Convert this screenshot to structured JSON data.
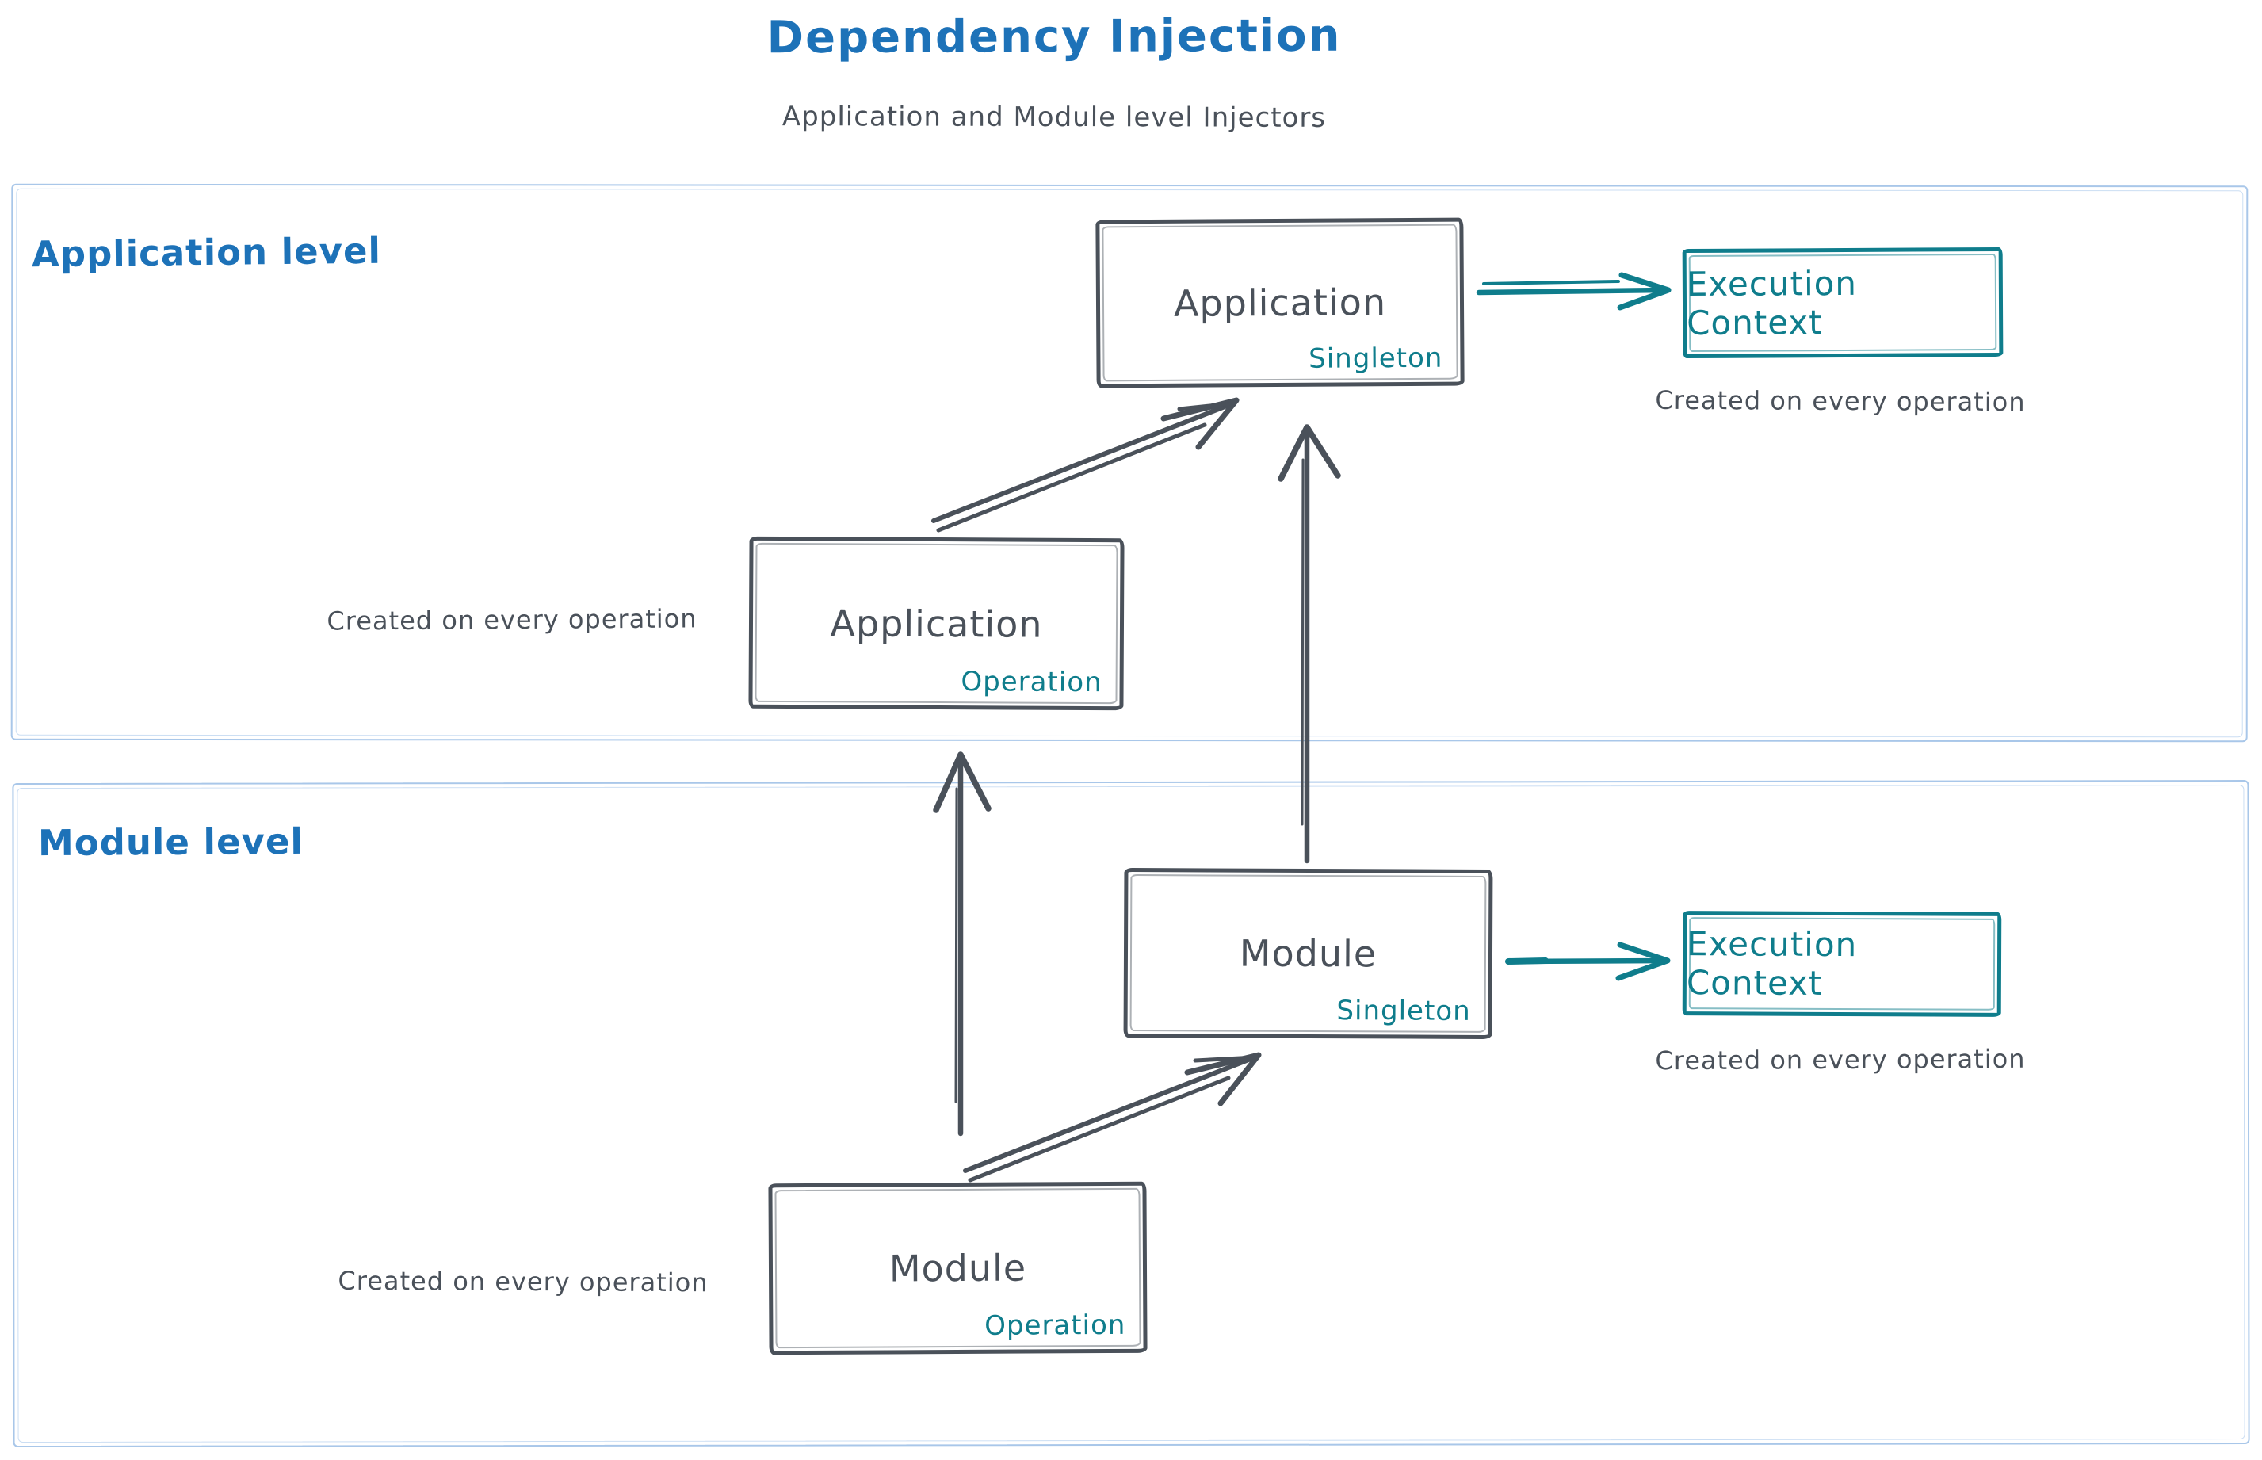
{
  "title": "Dependency Injection",
  "subtitle": "Application and Module level Injectors",
  "colors": {
    "heading_blue": "#1d72b8",
    "stroke_dark": "#4a515a",
    "accent_teal": "#0f7d8c",
    "container_blue": "#a9c7e9"
  },
  "application_level": {
    "label": "Application level",
    "singleton_box": {
      "title": "Application",
      "scope": "Singleton"
    },
    "operation_box": {
      "title": "Application",
      "scope": "Operation"
    },
    "operation_note": "Created on every operation",
    "execution_context": {
      "label": "Execution Context",
      "note": "Created on every operation"
    }
  },
  "module_level": {
    "label": "Module level",
    "singleton_box": {
      "title": "Module",
      "scope": "Singleton"
    },
    "operation_box": {
      "title": "Module",
      "scope": "Operation"
    },
    "operation_note": "Created on every operation",
    "execution_context": {
      "label": "Execution Context",
      "note": "Created on every operation"
    }
  },
  "edges": [
    {
      "from": "application-singleton",
      "to": "application-execution-context",
      "color": "#0f7d8c"
    },
    {
      "from": "application-operation",
      "to": "application-singleton",
      "color": "#4a515a"
    },
    {
      "from": "module-singleton",
      "to": "application-singleton",
      "color": "#4a515a"
    },
    {
      "from": "module-singleton",
      "to": "module-execution-context",
      "color": "#0f7d8c"
    },
    {
      "from": "module-operation",
      "to": "module-singleton",
      "color": "#4a515a"
    },
    {
      "from": "module-operation",
      "to": "application-operation",
      "color": "#4a515a"
    }
  ]
}
